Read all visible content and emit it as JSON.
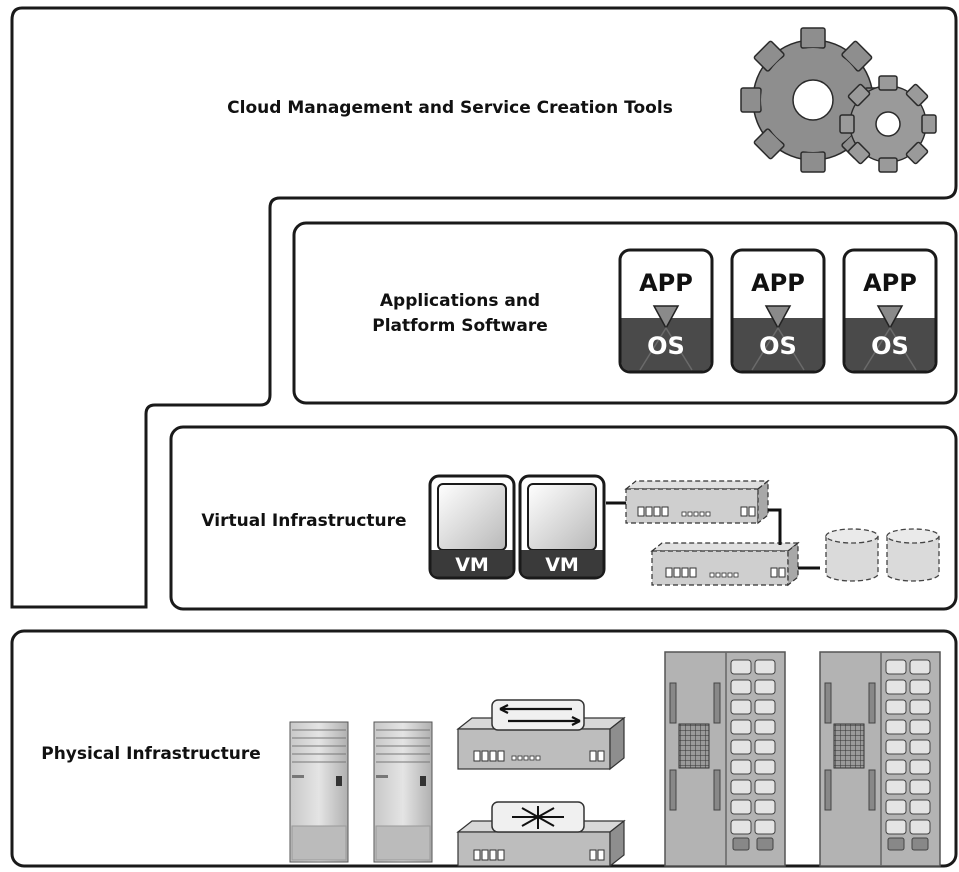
{
  "layers": {
    "cloud_management": {
      "label": "Cloud Management and Service Creation Tools",
      "icon": "gears-icon"
    },
    "applications": {
      "label_line1": "Applications and",
      "label_line2": "Platform Software",
      "stacks": [
        {
          "app": "APP",
          "os": "OS"
        },
        {
          "app": "APP",
          "os": "OS"
        },
        {
          "app": "APP",
          "os": "OS"
        }
      ]
    },
    "virtual": {
      "label": "Virtual Infrastructure",
      "vms": [
        "VM",
        "VM"
      ],
      "icons": [
        "virtual-switch-icon",
        "virtual-switch-icon",
        "virtual-disk-icon",
        "virtual-disk-icon"
      ]
    },
    "physical": {
      "label": "Physical Infrastructure",
      "icons": [
        "server-tower-icon",
        "server-tower-icon",
        "switch-icon",
        "router-icon",
        "storage-rack-icon",
        "storage-rack-icon"
      ]
    }
  },
  "colors": {
    "outline": "#1a1a1a",
    "dark": "#3a3a3a",
    "mid": "#8c8c8c",
    "light": "#d6d6d6"
  }
}
